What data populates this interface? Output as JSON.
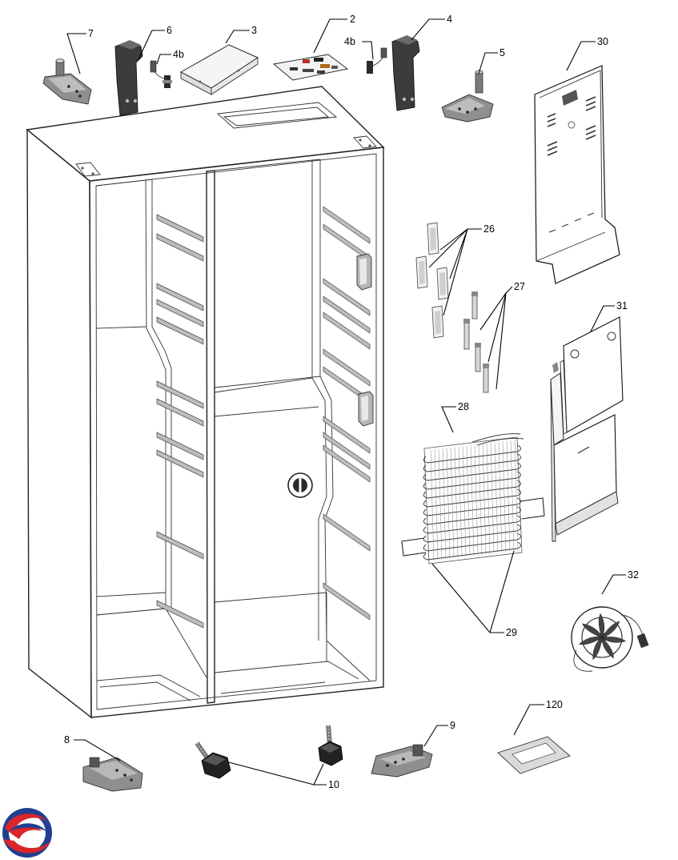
{
  "callouts": {
    "p2": "2",
    "p3": "3",
    "p4": "4",
    "p4b_left": "4b",
    "p4b_right": "4b",
    "p5": "5",
    "p6": "6",
    "p7": "7",
    "p8": "8",
    "p9": "9",
    "p10": "10",
    "p26": "26",
    "p27": "27",
    "p28": "28",
    "p29": "29",
    "p30": "30",
    "p31": "31",
    "p32": "32",
    "p120": "120"
  },
  "colors": {
    "logo_red": "#d9252c",
    "logo_blue": "#1f3f8f",
    "part_dark": "#3a3a3a",
    "part_gray": "#9a9a9a"
  },
  "icons": {
    "logo": "brand-logo"
  }
}
